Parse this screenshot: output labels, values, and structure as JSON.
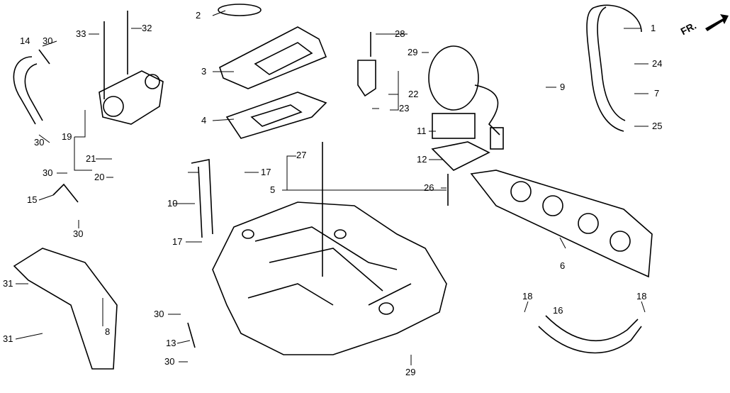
{
  "direction_marker": "FR.",
  "callouts": [
    "1",
    "2",
    "3",
    "4",
    "5",
    "6",
    "7",
    "8",
    "9",
    "10",
    "11",
    "12",
    "13",
    "14",
    "15",
    "16",
    "17",
    "17",
    "18",
    "18",
    "19",
    "20",
    "21",
    "22",
    "23",
    "24",
    "25",
    "26",
    "27",
    "28",
    "29",
    "29",
    "30",
    "30",
    "30",
    "30",
    "30",
    "30",
    "31",
    "31",
    "32",
    "33"
  ]
}
